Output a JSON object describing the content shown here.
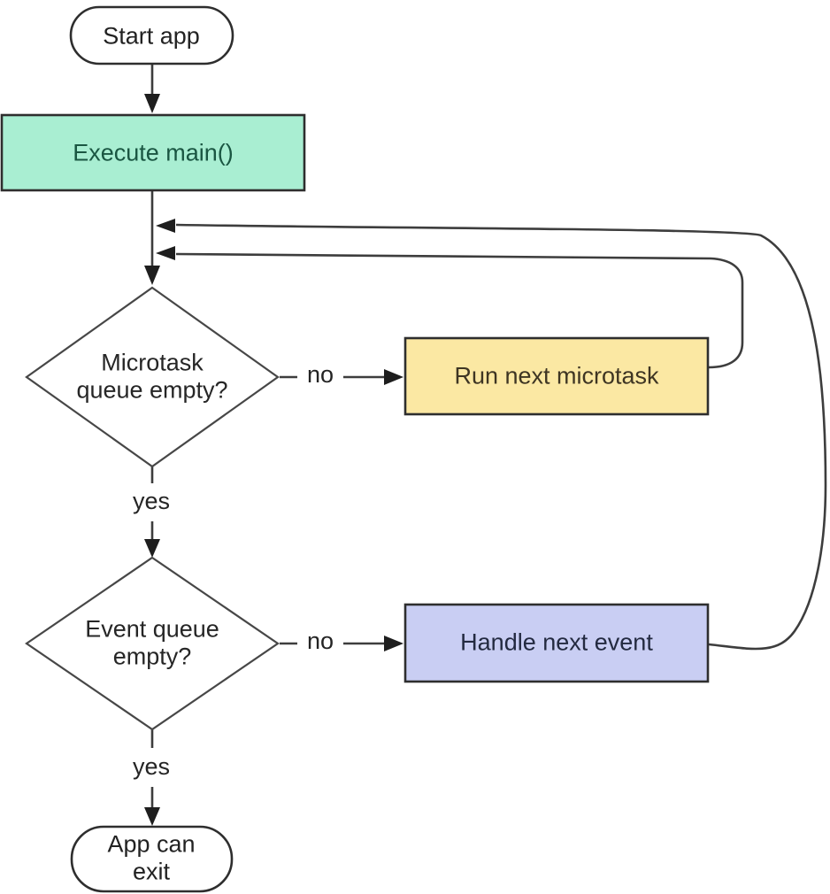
{
  "diagram": {
    "type": "flowchart",
    "nodes": {
      "start": {
        "label": "Start app",
        "shape": "stadium",
        "fill": "#ffffff",
        "text_color": "#222222"
      },
      "execute_main": {
        "label": "Execute main()",
        "shape": "rect",
        "fill": "#a9eed2",
        "text_color": "#1a5642"
      },
      "microtask_check": {
        "label": "Microtask\nqueue empty?",
        "shape": "diamond",
        "fill": "#ffffff",
        "text_color": "#262626"
      },
      "run_microtask": {
        "label": "Run next microtask",
        "shape": "rect",
        "fill": "#fbe8a3",
        "text_color": "#3e3523"
      },
      "event_check": {
        "label": "Event queue\nempty?",
        "shape": "diamond",
        "fill": "#ffffff",
        "text_color": "#262626"
      },
      "handle_event": {
        "label": "Handle next event",
        "shape": "rect",
        "fill": "#c9cef3",
        "text_color": "#232a40"
      },
      "app_exit": {
        "label": "App can\nexit",
        "shape": "stadium",
        "fill": "#ffffff",
        "text_color": "#222222"
      }
    },
    "edges": [
      {
        "from": "start",
        "to": "execute_main",
        "label": ""
      },
      {
        "from": "execute_main",
        "to": "microtask_check",
        "label": ""
      },
      {
        "from": "microtask_check",
        "to": "run_microtask",
        "label": "no"
      },
      {
        "from": "run_microtask",
        "to": "microtask_check",
        "label": ""
      },
      {
        "from": "microtask_check",
        "to": "event_check",
        "label": "yes"
      },
      {
        "from": "event_check",
        "to": "handle_event",
        "label": "no"
      },
      {
        "from": "handle_event",
        "to": "microtask_check",
        "label": ""
      },
      {
        "from": "event_check",
        "to": "app_exit",
        "label": "yes"
      }
    ],
    "colors": {
      "line": "#3d3d3d",
      "background": "#ffffff"
    }
  }
}
